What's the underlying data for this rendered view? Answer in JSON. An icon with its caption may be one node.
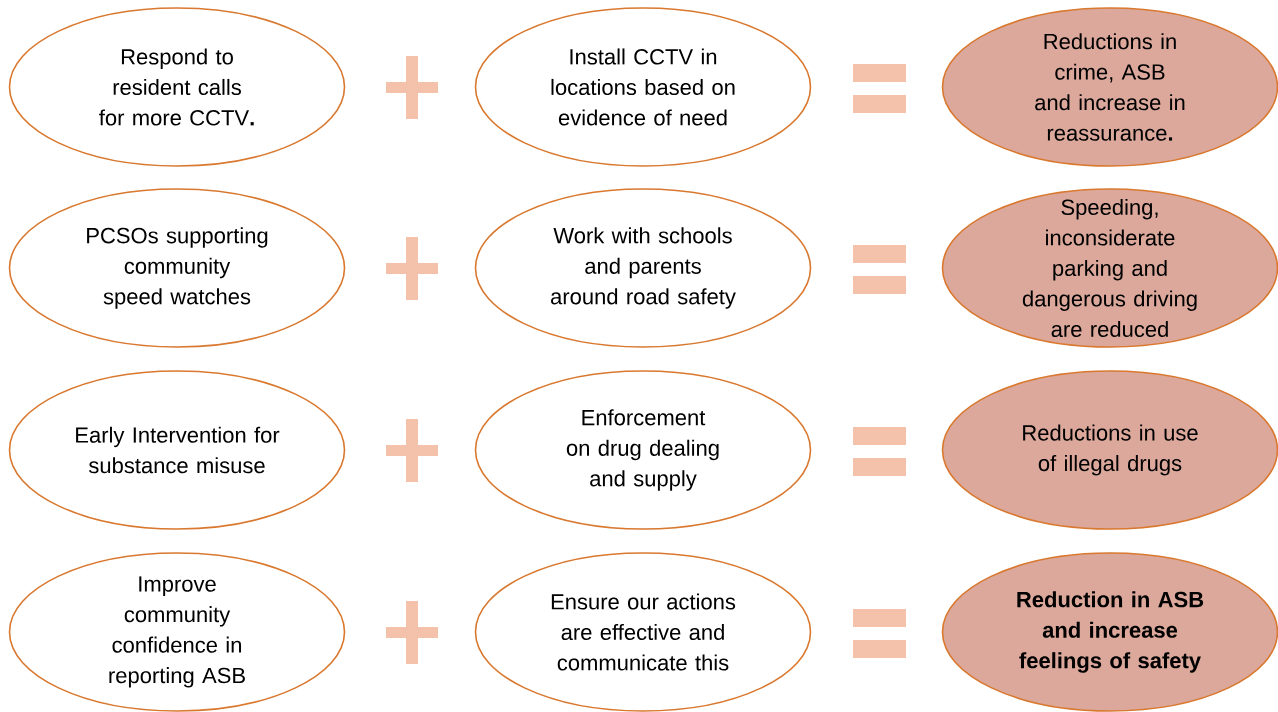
{
  "diagram": {
    "nodes": [
      {
        "text": [
          "Respond to resident calls for more CCTV**.**"
        ]
      },
      {
        "text": [
          "Install CCTV in locations based on evidence of need"
        ]
      },
      {
        "text": [
          "Reductions in crime, ASB and increase in reassurance**.**"
        ]
      },
      {
        "text": [
          "PCSOs supporting community speed watches"
        ]
      },
      {
        "text": [
          "Work with schools and parents around road safety"
        ]
      },
      {
        "text": [
          "Speeding, inconsiderate parking and dangerous driving are reduced"
        ]
      },
      {
        "text": [
          "Early Intervention for substance misuse"
        ]
      },
      {
        "text": [
          "Enforcement on drug dealing and supply"
        ]
      },
      {
        "text": [
          "Reductions in use of illegal drugs"
        ]
      },
      {
        "text": [
          "Improve community confidence in reporting ASB"
        ]
      },
      {
        "text": [
          "Ensure our actions are effective and communicate this"
        ]
      },
      {
        "text": [
          "Reduction in ASB and increase feelings of safety"
        ]
      }
    ]
  }
}
